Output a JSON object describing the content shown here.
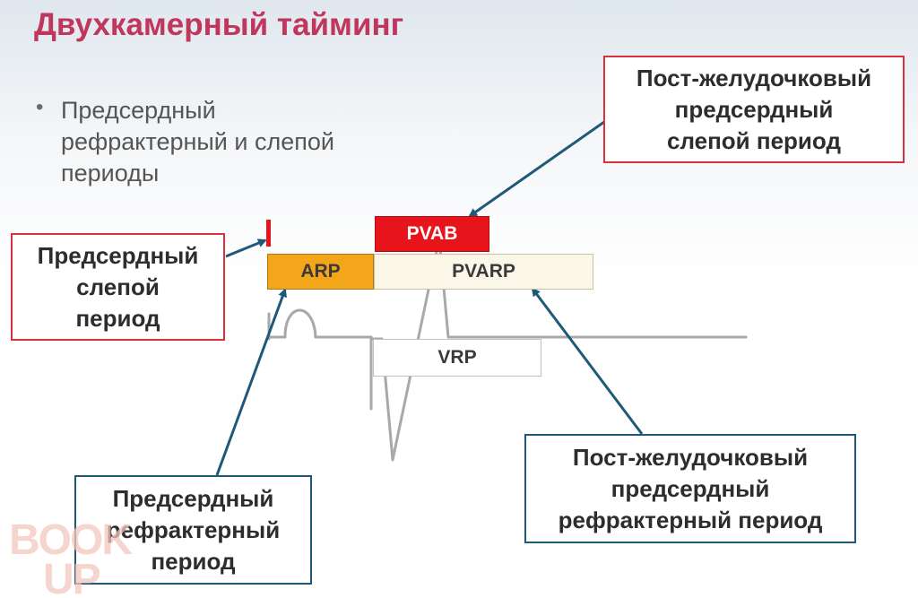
{
  "title": "Двухкамерный тайминг",
  "bullet": {
    "text": "Предсердный рефрактерный и слепой периоды"
  },
  "callouts": {
    "pvab_label": "Пост-желудочковый\nпредсердный\nслепой период",
    "atrial_blanking_label": "Предсердный\nслепой\nпериод",
    "arp_label": "Предсердный\nрефрактерный\nпериод",
    "pvarp_label": "Пост-желудочковый\nпредсердный\nрефрактерный период"
  },
  "bars": {
    "pvab": "PVAB",
    "arp": "ARP",
    "pvarp": "PVARP",
    "vrp": "VRP"
  },
  "watermark": {
    "line1": "BOOK",
    "line2": "UP"
  },
  "colors": {
    "title": "#c0365c",
    "pvab": "#e8141c",
    "arp": "#f3a61a",
    "pvarp": "#fbf7e8",
    "callout_red_border": "#d9323e",
    "callout_blue_border": "#1e5a78",
    "arrow": "#1e5a78",
    "ecg_trace": "#a8a8a8"
  }
}
